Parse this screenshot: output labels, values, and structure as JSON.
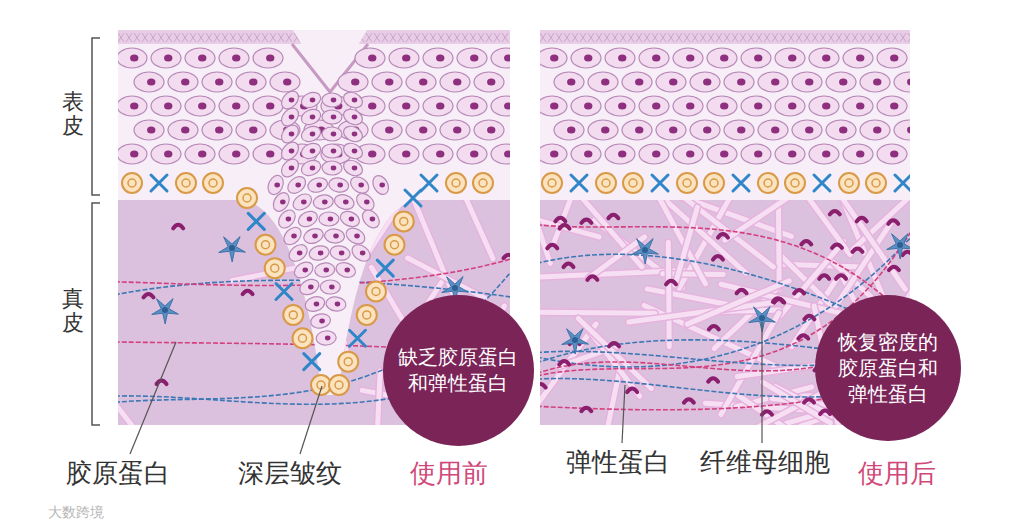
{
  "diagram": {
    "nodes": [
      {
        "text": [
          "缺乏胶原蛋白和弹性蛋白"
        ]
      },
      {
        "text": [
          "恢复密度的胶原蛋白和弹性蛋白"
        ]
      }
    ],
    "labels": [
      "表皮",
      "真皮",
      "胶原蛋白",
      "深层皱纹",
      "使用前",
      "弹性蛋白",
      "纤维母细胞",
      "使用后",
      "大数跨境"
    ]
  }
}
